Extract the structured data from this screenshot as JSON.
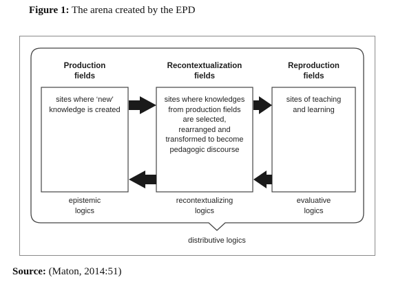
{
  "figure": {
    "label": "Figure 1:",
    "title": "The arena created by the EPD"
  },
  "diagram": {
    "columns": [
      {
        "heading": [
          "Production",
          "fields"
        ],
        "box": [
          "sites where ‘new’",
          "knowledge is created"
        ],
        "logic": [
          "epistemic",
          "logics"
        ]
      },
      {
        "heading": [
          "Recontextualization",
          "fields"
        ],
        "box": [
          "sites where knowledges",
          "from production fields",
          "are selected,",
          "rearranged and",
          "transformed to become",
          "pedagogic discourse"
        ],
        "logic": [
          "recontextualizing",
          "logics"
        ]
      },
      {
        "heading": [
          "Reproduction",
          "fields"
        ],
        "box": [
          "sites of teaching",
          "and learning"
        ],
        "logic": [
          "evaluative",
          "logics"
        ]
      }
    ],
    "bottom_logic": "distributive logics",
    "arrows": [
      "right",
      "right",
      "left",
      "left"
    ]
  },
  "source": {
    "label": "Source:",
    "text": "(Maton, 2014:51)"
  },
  "colors": {
    "frame": "#444444",
    "arrow": "#1a1a1a"
  }
}
